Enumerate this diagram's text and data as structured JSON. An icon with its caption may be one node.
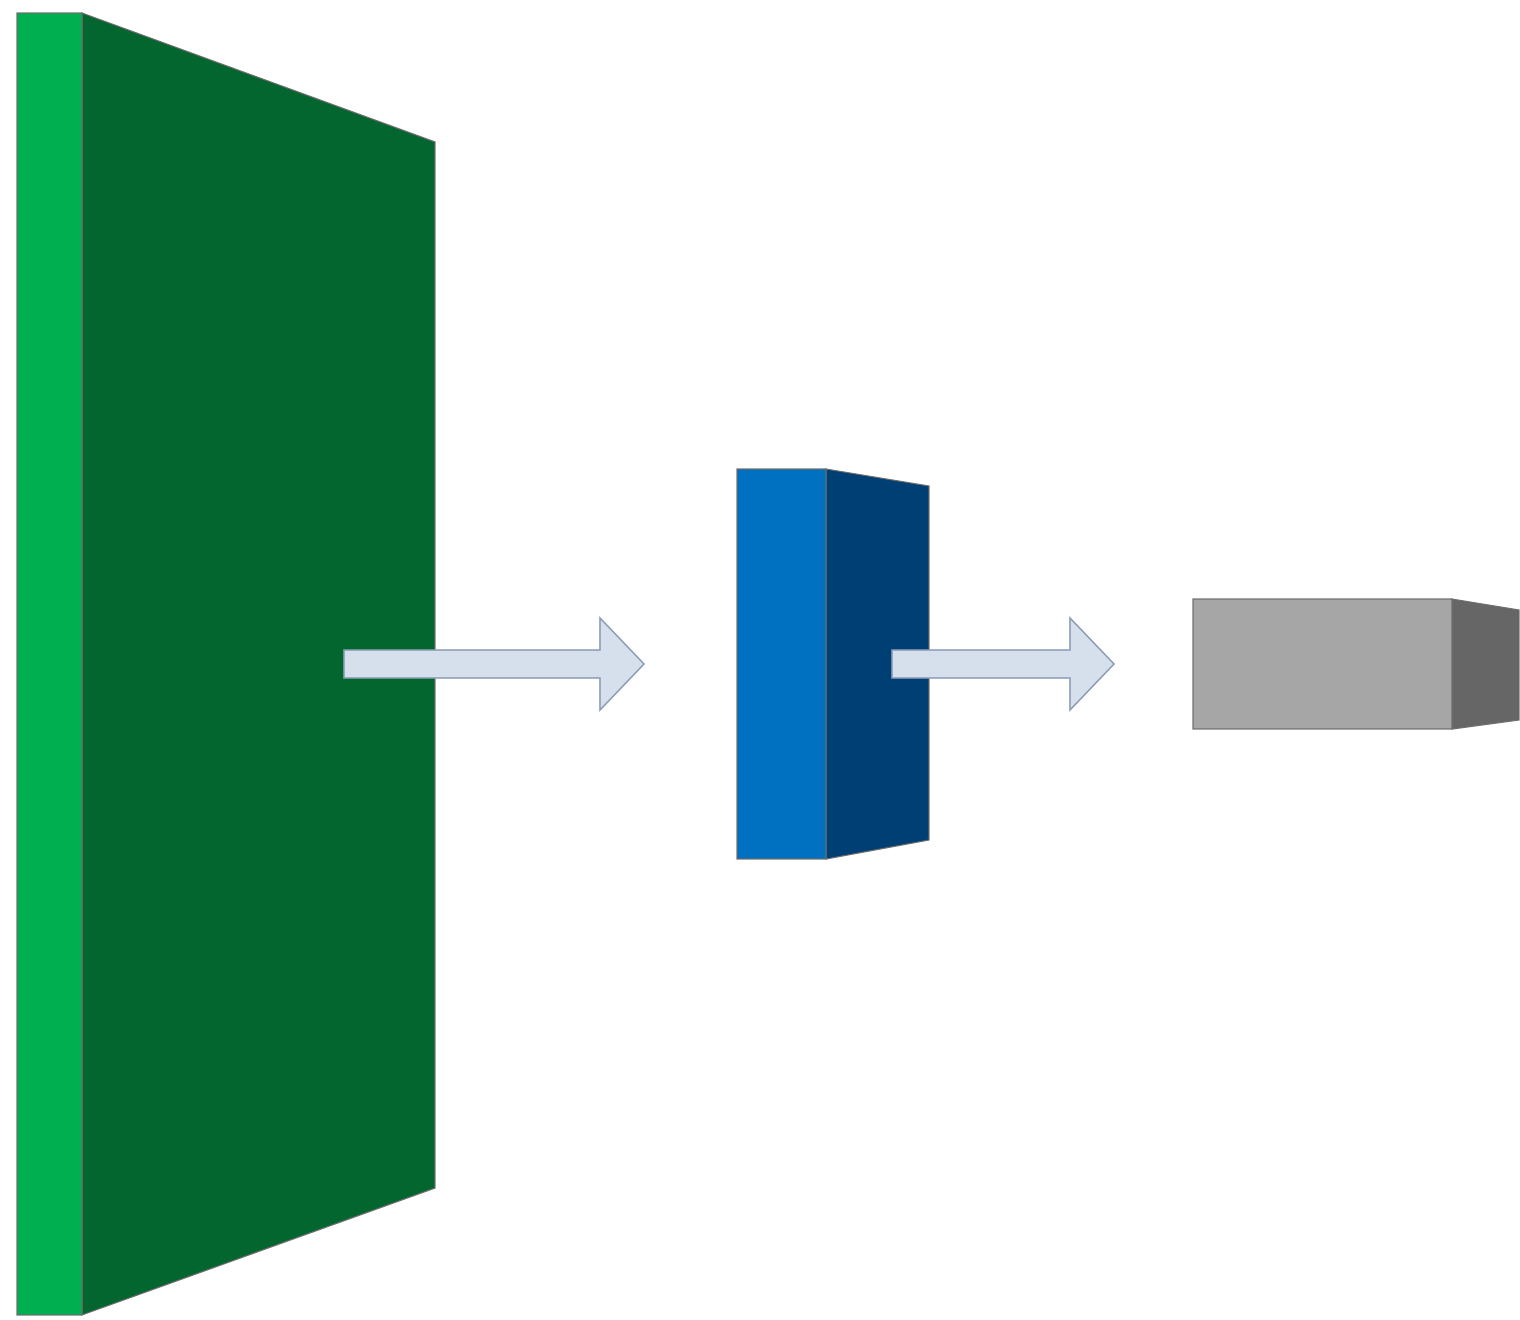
{
  "diagram": {
    "nodes": [
      {
        "text": [],
        "shape": "box"
      },
      {
        "text": [],
        "shape": "box"
      },
      {
        "text": [],
        "shape": "box"
      }
    ],
    "edges": [
      {
        "from": 0,
        "to": 1,
        "arrow": "to"
      },
      {
        "from": 1,
        "to": 2,
        "arrow": "to"
      }
    ]
  }
}
